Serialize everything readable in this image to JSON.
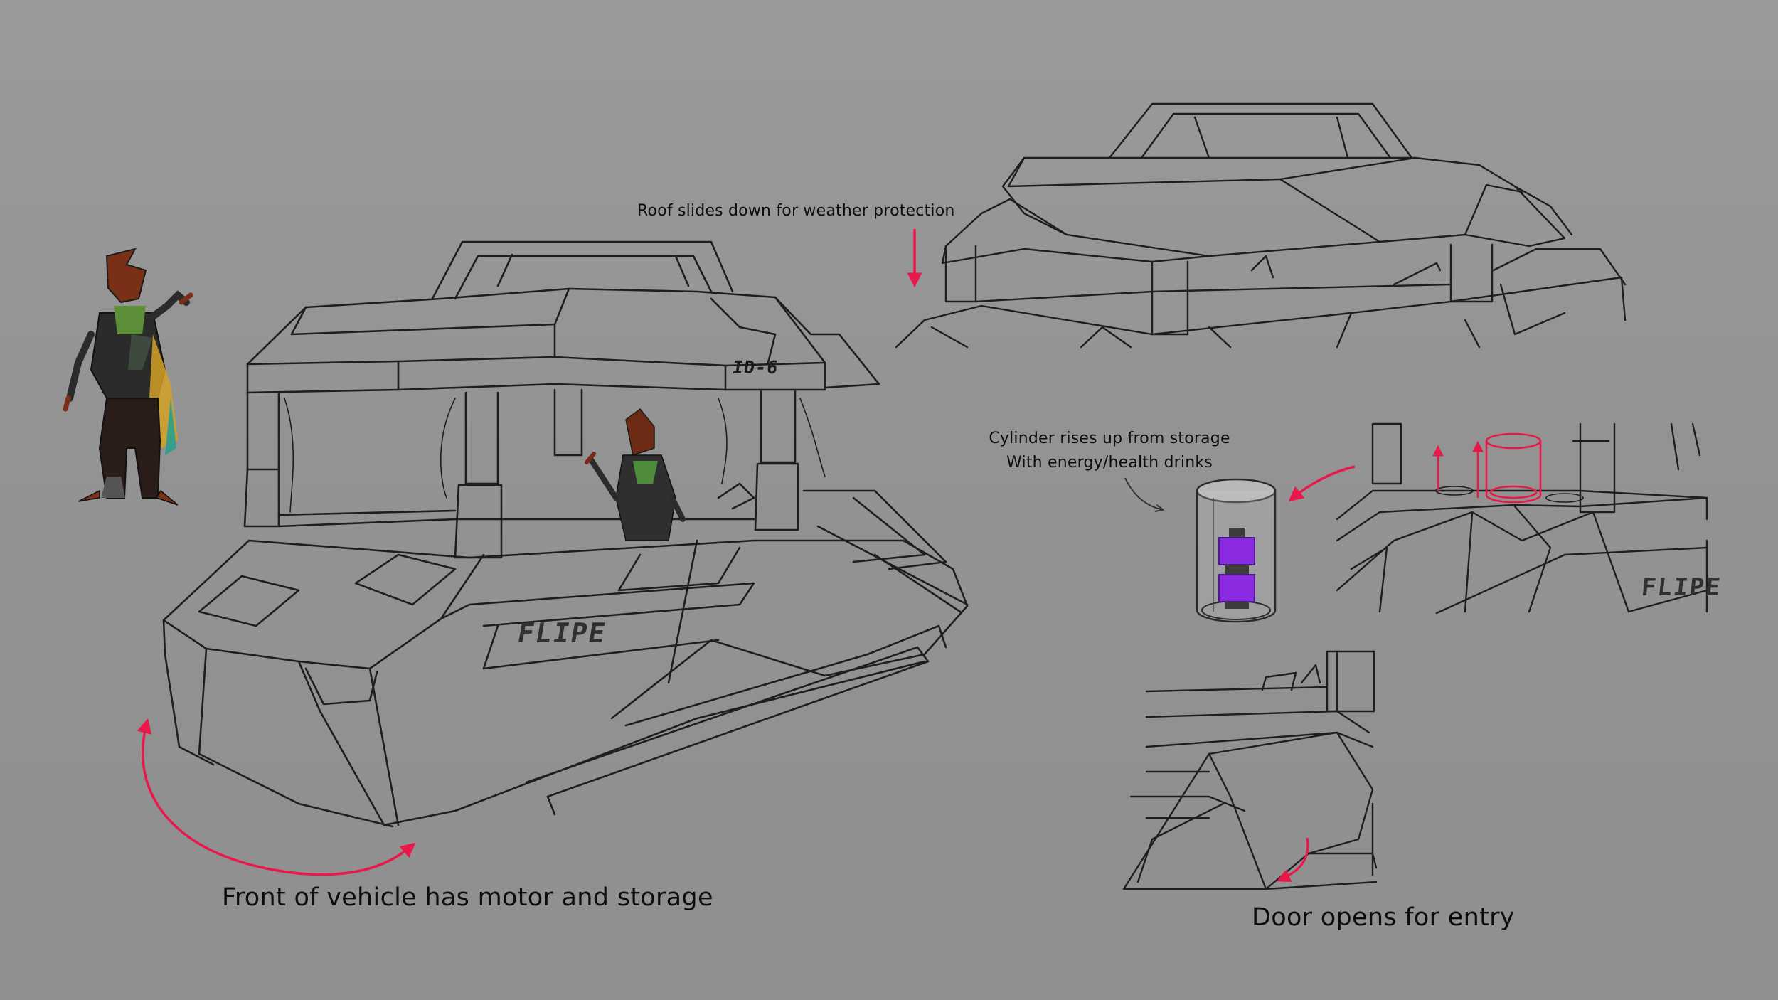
{
  "annotations": {
    "roof": "Roof slides down for weather protection",
    "cylinder_line1": "Cylinder rises up from storage",
    "cylinder_line2": "With energy/health drinks",
    "front": "Front of vehicle has motor and storage",
    "door": "Door opens for entry"
  },
  "vehicle": {
    "id_plate": "ID-6",
    "logo_text": "FLIPE"
  },
  "colors": {
    "background": "#969696",
    "ink": "#1e1e1e",
    "accent_arrow": "#e8194a",
    "drink": "#8a2be2"
  }
}
